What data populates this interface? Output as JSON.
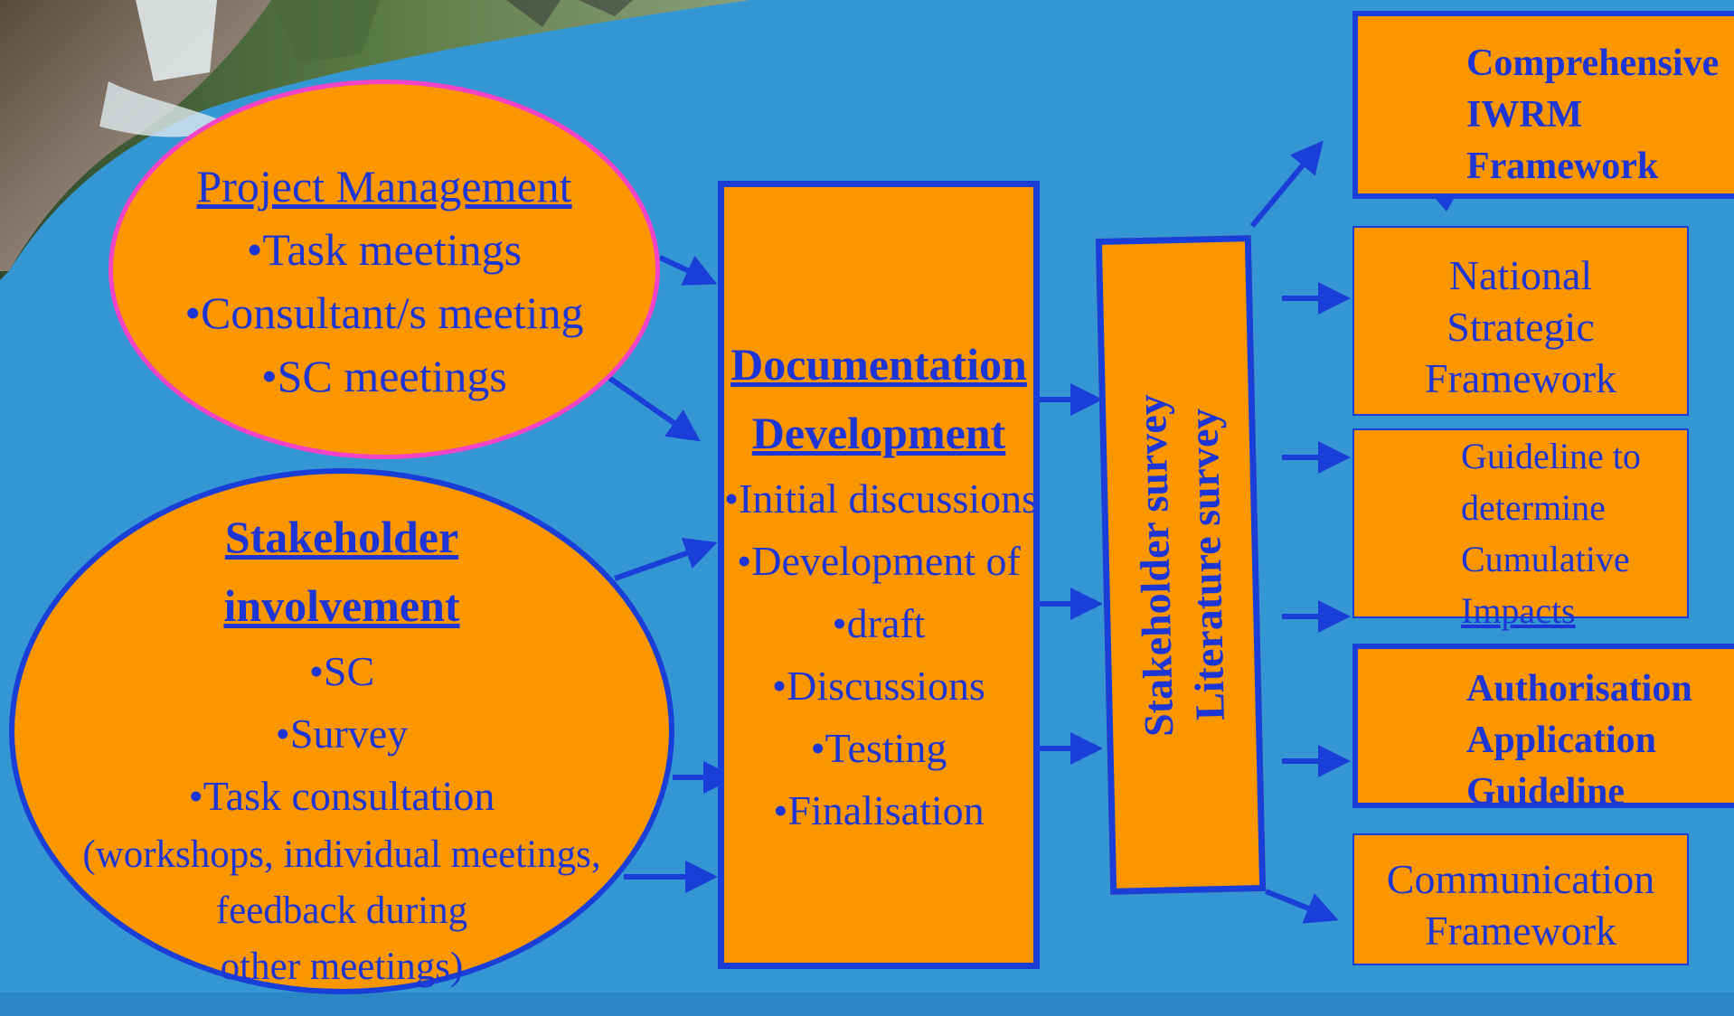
{
  "project_management": {
    "title": "Project Management",
    "items": [
      "•Task meetings",
      "•Consultant/s meeting",
      "•SC meetings"
    ]
  },
  "stakeholder_involvement": {
    "title_line1": "Stakeholder",
    "title_line2": "involvement",
    "items": [
      "•SC",
      "•Survey",
      "•Task consultation"
    ],
    "note_lines": [
      "(workshops, individual meetings,",
      "feedback during",
      "other meetings)"
    ]
  },
  "documentation_development": {
    "title_line1": "Documentation",
    "title_line2": "Development",
    "items": [
      "•Initial discussions",
      "•Development of",
      "•draft",
      "•Discussions",
      "•Testing",
      "•Finalisation"
    ]
  },
  "surveys": {
    "line1": "Stakeholder survey",
    "line2": "Literature survey"
  },
  "outputs": {
    "iwrm": [
      "Comprehensive",
      "IWRM",
      "Framework"
    ],
    "nsf": [
      "National",
      "Strategic",
      "Framework"
    ],
    "guideline": [
      "Guideline to",
      "determine",
      "Cumulative",
      "Impacts"
    ],
    "authorisation": [
      "Authorisation",
      "Application",
      "Guideline"
    ],
    "communication": [
      "Communication",
      "Framework"
    ]
  },
  "colors": {
    "background": "#3497d4",
    "node_fill": "#fa9600",
    "text_and_arrows": "#1e35d6",
    "pm_border": "#f543c8"
  }
}
